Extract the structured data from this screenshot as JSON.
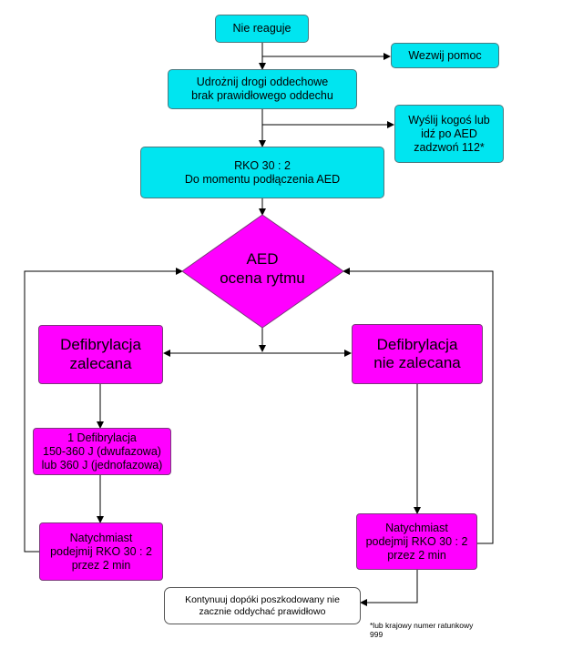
{
  "nodes": {
    "no_response": "Nie reaguje",
    "call_help": "Wezwij pomoc",
    "open_airway": "Udrożnij drogi oddechowe\nbrak prawidłowego oddechu",
    "send_for_aed": "Wyślij kogoś lub\nidź po AED\nzadzwoń 112*",
    "cpr": "RKO 30 : 2\nDo momentu podłączenia AED",
    "aed_rhythm": "AED\nocena rytmu",
    "shock_advised": "Defibrylacja\nzalecana",
    "shock_not_advised": "Defibrylacja\nnie zalecana",
    "one_shock": "1 Defibrylacja\n150-360 J (dwufazowa)\nlub 360 J (jednofazowa)",
    "resume_cpr_left": "Natychmiast\npodejmij RKO 30 : 2\nprzez 2 min",
    "resume_cpr_right": "Natychmiast\npodejmij RKO 30 : 2\nprzez 2 min",
    "continue": "Kontynuuj dopóki poszkodowany nie\nzacznie oddychać prawidłowo"
  },
  "footnote": "*lub krajowy numer ratunkowy\n999",
  "colors": {
    "cyan": "#00e5f0",
    "magenta": "#ff00ff",
    "line": "#000000"
  }
}
